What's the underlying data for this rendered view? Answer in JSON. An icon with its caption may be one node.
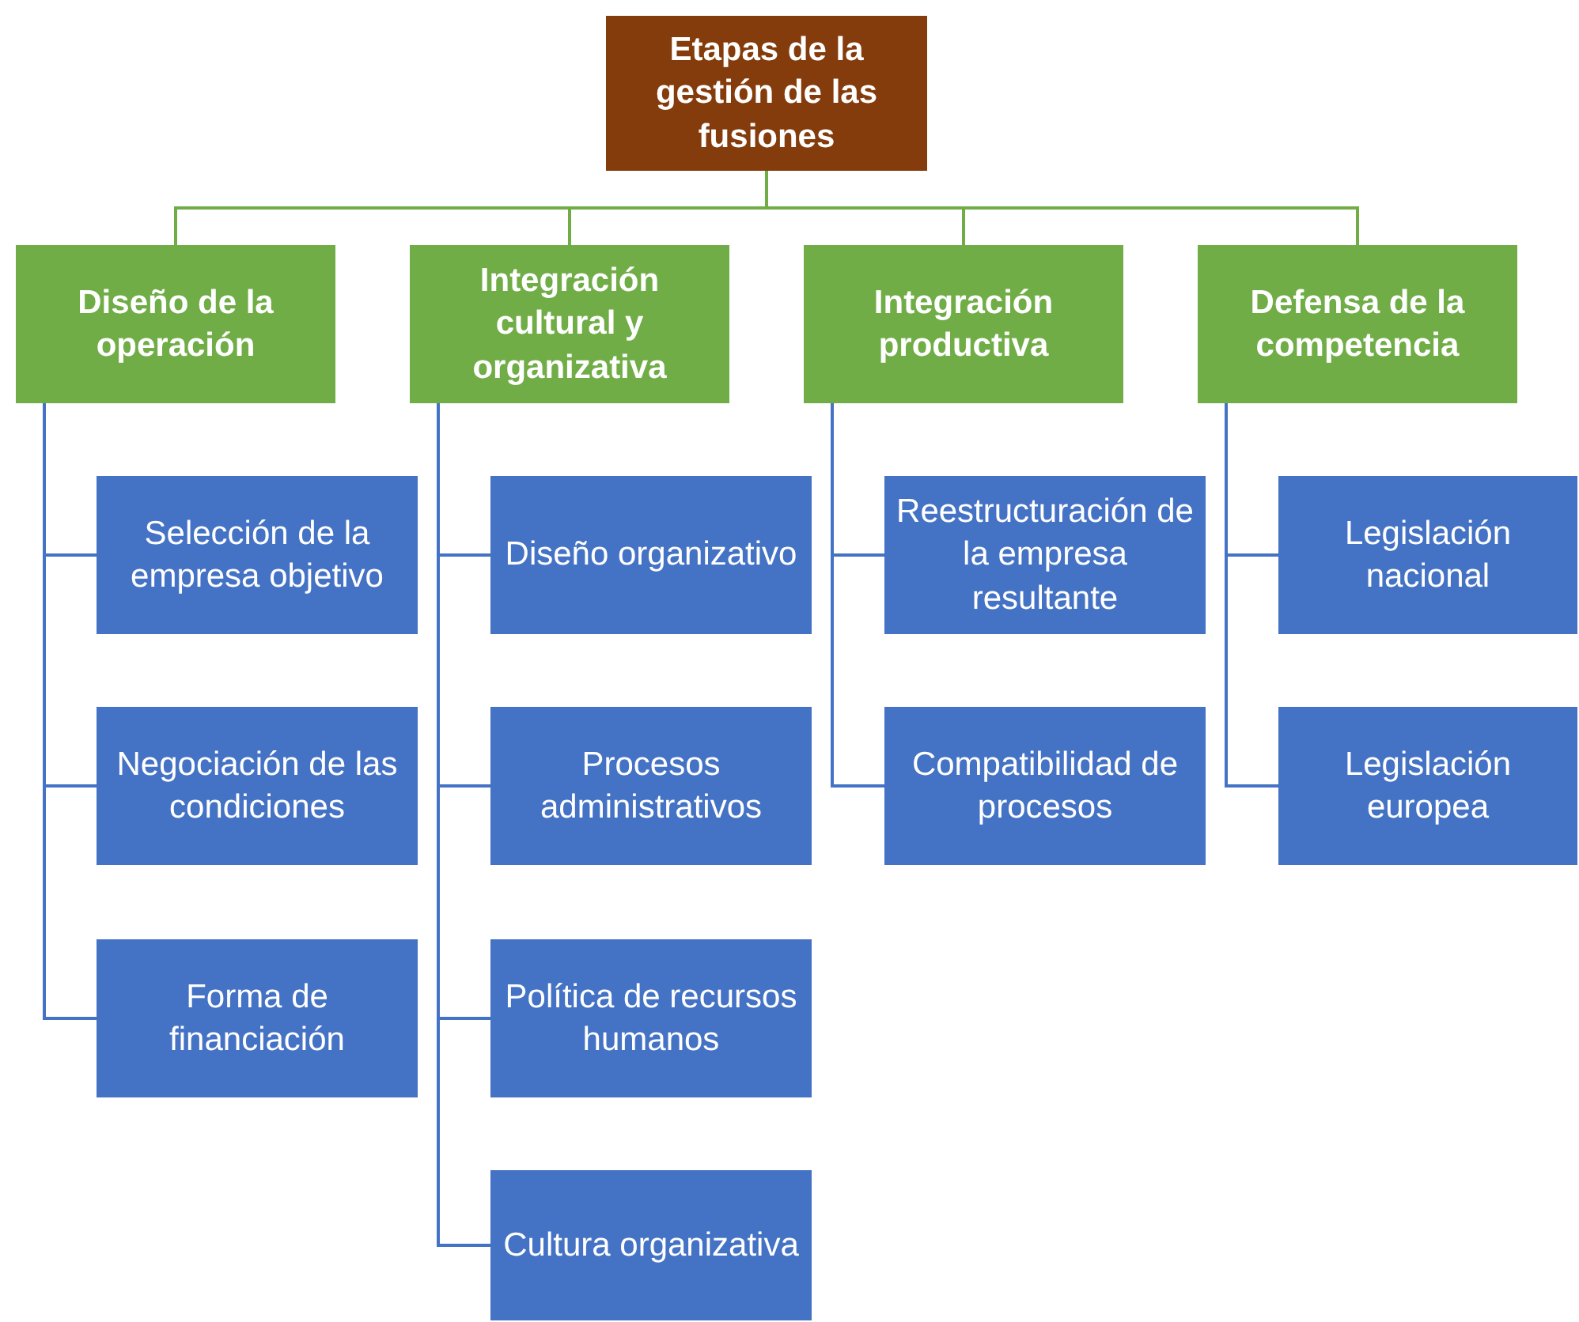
{
  "diagram": {
    "nodes": [
      {
        "text": [
          "Etapas de la gestión de las fusiones"
        ]
      },
      {
        "text": [
          "Diseño de la operación"
        ]
      },
      {
        "text": [
          "Selección de la empresa objetivo"
        ]
      },
      {
        "text": [
          "Negociación de las condiciones"
        ]
      },
      {
        "text": [
          "Forma de financiación"
        ]
      },
      {
        "text": [
          "Integración cultural y organizativa"
        ]
      },
      {
        "text": [
          "Diseño organizativo"
        ]
      },
      {
        "text": [
          "Procesos administrativos"
        ]
      },
      {
        "text": [
          "Política de recursos humanos"
        ]
      },
      {
        "text": [
          "Cultura organizativa"
        ]
      },
      {
        "text": [
          "Integración productiva"
        ]
      },
      {
        "text": [
          "Reestructuración de la empresa resultante"
        ]
      },
      {
        "text": [
          "Compatibilidad de procesos"
        ]
      },
      {
        "text": [
          "Defensa de la competencia"
        ]
      },
      {
        "text": [
          "Legislación nacional"
        ]
      },
      {
        "text": [
          "Legislación europea"
        ]
      }
    ],
    "edges": [
      {
        "from": 0,
        "to": 1,
        "arrow": "none",
        "color": "#70ad47"
      },
      {
        "from": 0,
        "to": 5,
        "arrow": "none",
        "color": "#70ad47"
      },
      {
        "from": 0,
        "to": 10,
        "arrow": "none",
        "color": "#70ad47"
      },
      {
        "from": 0,
        "to": 13,
        "arrow": "none",
        "color": "#70ad47"
      },
      {
        "from": 1,
        "to": 2,
        "arrow": "none"
      },
      {
        "from": 1,
        "to": 3,
        "arrow": "none"
      },
      {
        "from": 1,
        "to": 4,
        "arrow": "none"
      },
      {
        "from": 5,
        "to": 6,
        "arrow": "none"
      },
      {
        "from": 5,
        "to": 7,
        "arrow": "none"
      },
      {
        "from": 5,
        "to": 8,
        "arrow": "none"
      },
      {
        "from": 5,
        "to": 9,
        "arrow": "none"
      },
      {
        "from": 10,
        "to": 11,
        "arrow": "none"
      },
      {
        "from": 10,
        "to": 12,
        "arrow": "none"
      },
      {
        "from": 13,
        "to": 14,
        "arrow": "none"
      },
      {
        "from": 13,
        "to": 15,
        "arrow": "none"
      }
    ]
  }
}
